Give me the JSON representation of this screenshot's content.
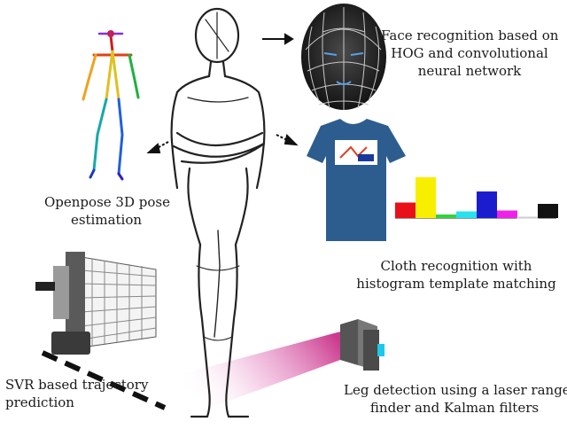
{
  "labels": {
    "face": [
      "Face recognition based on",
      "HOG and convolutional",
      "neural network"
    ],
    "pose": [
      "Openpose 3D pose",
      "estimation"
    ],
    "cloth": [
      "Cloth recognition with",
      "histogram template matching"
    ],
    "svr": [
      "SVR based trajectory",
      "prediction"
    ],
    "leg": [
      "Leg detection using a laser range",
      "finder and Kalman filters"
    ]
  },
  "icons": [
    "human-figure-sketch-icon",
    "skeleton-pose-icon",
    "face-mesh-icon",
    "tshirt-icon",
    "laser-range-finder-icon",
    "robot-icon"
  ],
  "chart_data": {
    "type": "bar",
    "categories": [
      "red",
      "yellow",
      "green",
      "cyan",
      "blue",
      "magenta",
      "white",
      "black"
    ],
    "values": [
      0.35,
      0.92,
      0.08,
      0.15,
      0.6,
      0.17,
      0.02,
      0.32
    ],
    "colors": [
      "#e8111a",
      "#f7ee00",
      "#2fd43a",
      "#27e1ee",
      "#1c1ccf",
      "#ee22e6",
      "#ffffff",
      "#111111"
    ],
    "title": "",
    "xlabel": "",
    "ylabel": ""
  }
}
